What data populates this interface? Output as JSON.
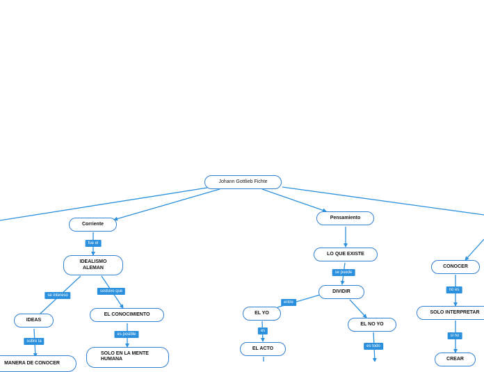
{
  "colors": {
    "line": "#2a8fdc",
    "node_border": "#2f7fd0",
    "label_bg": "#2a8fdc"
  },
  "nodes": {
    "root": "Johann Gottlieb Fichte",
    "corriente": "Corriente",
    "idealismo": "IDEALISMO ALEMAN",
    "ideas": "IDEAS",
    "manera": "MANERA DE CONOCER",
    "conocimiento": "EL CONOCIMIENTO",
    "solo_mente": "SOLO EN LA MENTE HUMANA",
    "pensamiento": "Pensamiento",
    "lo_que_existe": "LO QUE EXISTE",
    "dividir": "DIVIDIR",
    "el_yo": "EL YO",
    "el_acto": "EL ACTO",
    "el_no_yo": "EL NO YO",
    "conocer": "CONOCER",
    "solo_interpretar": "SOLO INTERPRETAR",
    "crear": "CREAR"
  },
  "labels": {
    "fue_el": "fue el",
    "se_intereso": "se intereso",
    "sostuvo_que": "sostuvo que",
    "sobre_la": "sobre la",
    "es_posible": "es posible",
    "se_puede": "se puede",
    "entre": "entre",
    "es": "es",
    "es_todo": "es todo",
    "no_es": "no es",
    "si_no": "si no"
  }
}
